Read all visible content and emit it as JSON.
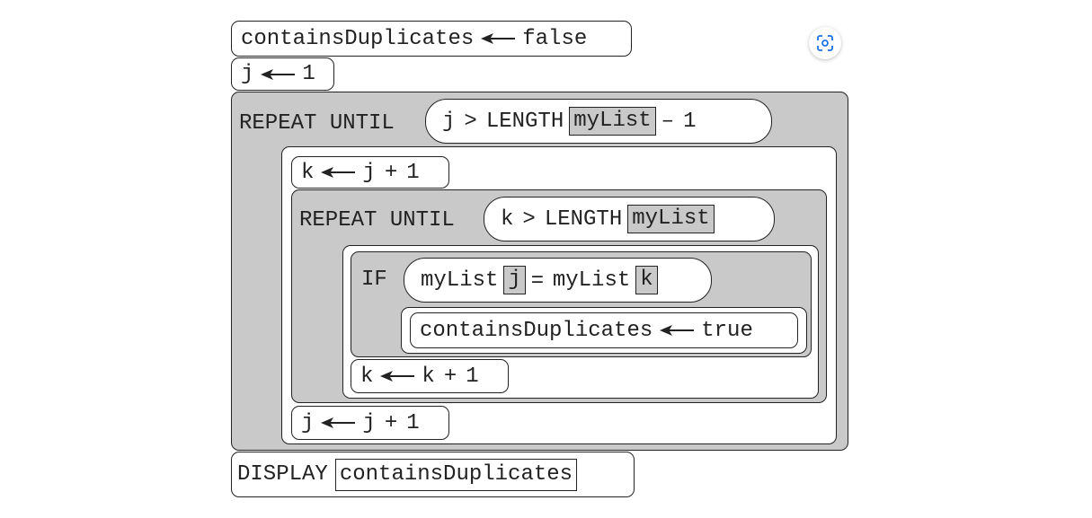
{
  "arrow_glyph": "arrow-left-icon",
  "line1": {
    "var": "containsDuplicates",
    "val": "false"
  },
  "line2": {
    "var": "j",
    "val": "1"
  },
  "outer_loop": {
    "keyword": "REPEAT UNTIL",
    "lhs": "j",
    "op": ">",
    "fn": "LENGTH",
    "list": "myList",
    "minus": "–",
    "rhs": "1"
  },
  "k_init": {
    "var": "k",
    "lhs": "j",
    "op": "+",
    "rhs": "1"
  },
  "inner_loop": {
    "keyword": "REPEAT UNTIL",
    "lhs": "k",
    "op": ">",
    "fn": "LENGTH",
    "list": "myList"
  },
  "if_block": {
    "keyword": "IF",
    "left_list": "myList",
    "left_index": "j",
    "eq": "=",
    "right_list": "myList",
    "right_index": "k"
  },
  "set_true": {
    "var": "containsDuplicates",
    "val": "true"
  },
  "k_inc": {
    "var": "k",
    "lhs": "k",
    "op": "+",
    "rhs": "1"
  },
  "j_inc": {
    "var": "j",
    "lhs": "j",
    "op": "+",
    "rhs": "1"
  },
  "display": {
    "keyword": "DISPLAY",
    "var": "containsDuplicates"
  },
  "colors": {
    "block_gray": "#c9c9c9",
    "stroke": "#222222",
    "background": "#ffffff"
  }
}
